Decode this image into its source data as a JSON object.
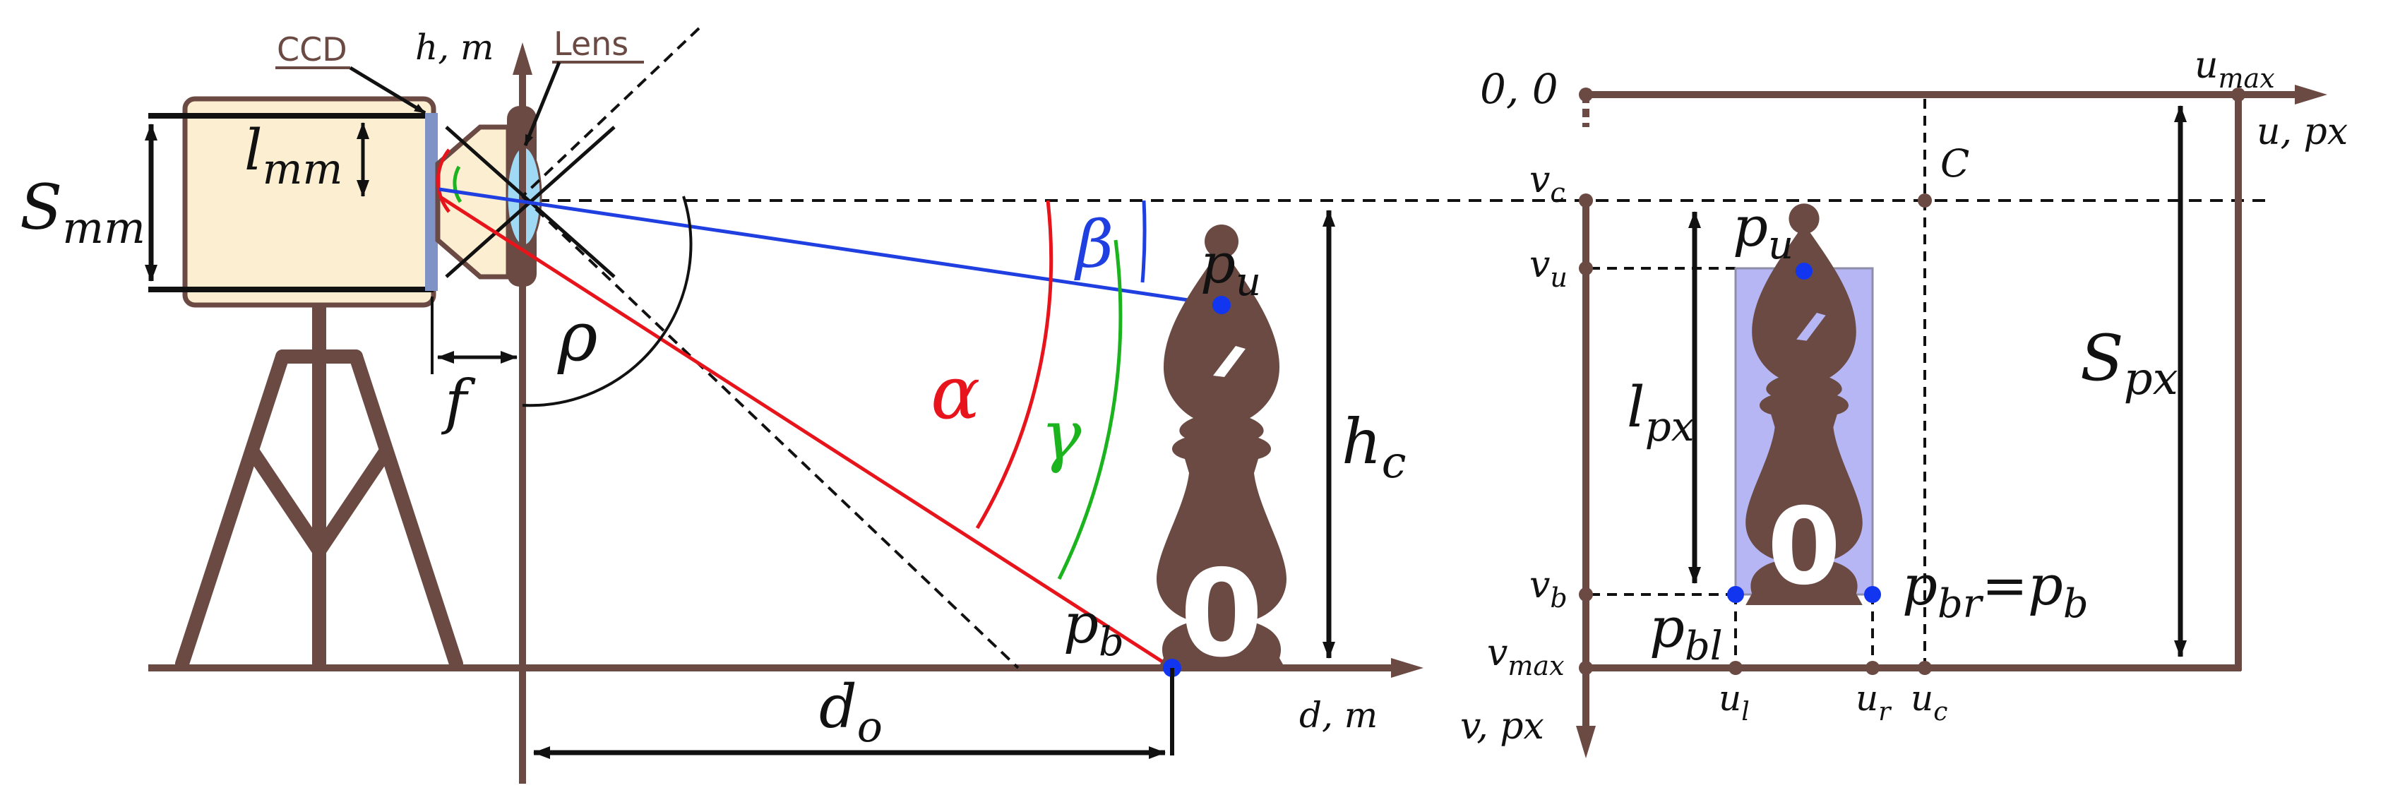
{
  "colors": {
    "frame": "#6b4a44",
    "camera_body": "#fcefd1",
    "ccd": "#7f93c7",
    "lens": "#9fd9f3",
    "ray_red": "#e8141c",
    "ray_blue": "#1f3fe0",
    "arc_green": "#1bb41e",
    "bbox_fill": "#b7b6f5",
    "point": "#1236f0",
    "ink": "#111111"
  },
  "labels": {
    "ccd": "CCD",
    "lens": "Lens",
    "h_axis": "h, m",
    "d_axis": "d, m",
    "s_mm": "S",
    "s_mm_sub": "mm",
    "l_mm": "l",
    "l_mm_sub": "mm",
    "f": "f",
    "rho": "ρ",
    "alpha": "α",
    "beta": "β",
    "gamma": "γ",
    "h_c": "h",
    "h_c_sub": "c",
    "d_o": "d",
    "d_o_sub": "o",
    "p_u": "p",
    "p_u_sub": "u",
    "p_b": "p",
    "p_b_sub": "b",
    "origin": "0, 0",
    "u_axis": "u, px",
    "v_axis": "v, px",
    "u_max": "u",
    "u_max_sub": "max",
    "v_max": "v",
    "v_max_sub": "max",
    "v_c": "v",
    "v_c_sub": "c",
    "v_u": "v",
    "v_u_sub": "u",
    "v_b": "v",
    "v_b_sub": "b",
    "c": "C",
    "s_px": "S",
    "s_px_sub": "px",
    "l_px": "l",
    "l_px_sub": "px",
    "img_p_u": "p",
    "img_p_u_sub": "u",
    "p_bl": "p",
    "p_bl_sub": "bl",
    "p_br": "p",
    "p_br_sub": "br",
    "p_br_eq": "=p",
    "p_br_eq_sub": "b",
    "u_l": "u",
    "u_l_sub": "l",
    "u_r": "u",
    "u_r_sub": "r",
    "u_c": "u",
    "u_c_sub": "c",
    "piece_numeral": "0"
  }
}
